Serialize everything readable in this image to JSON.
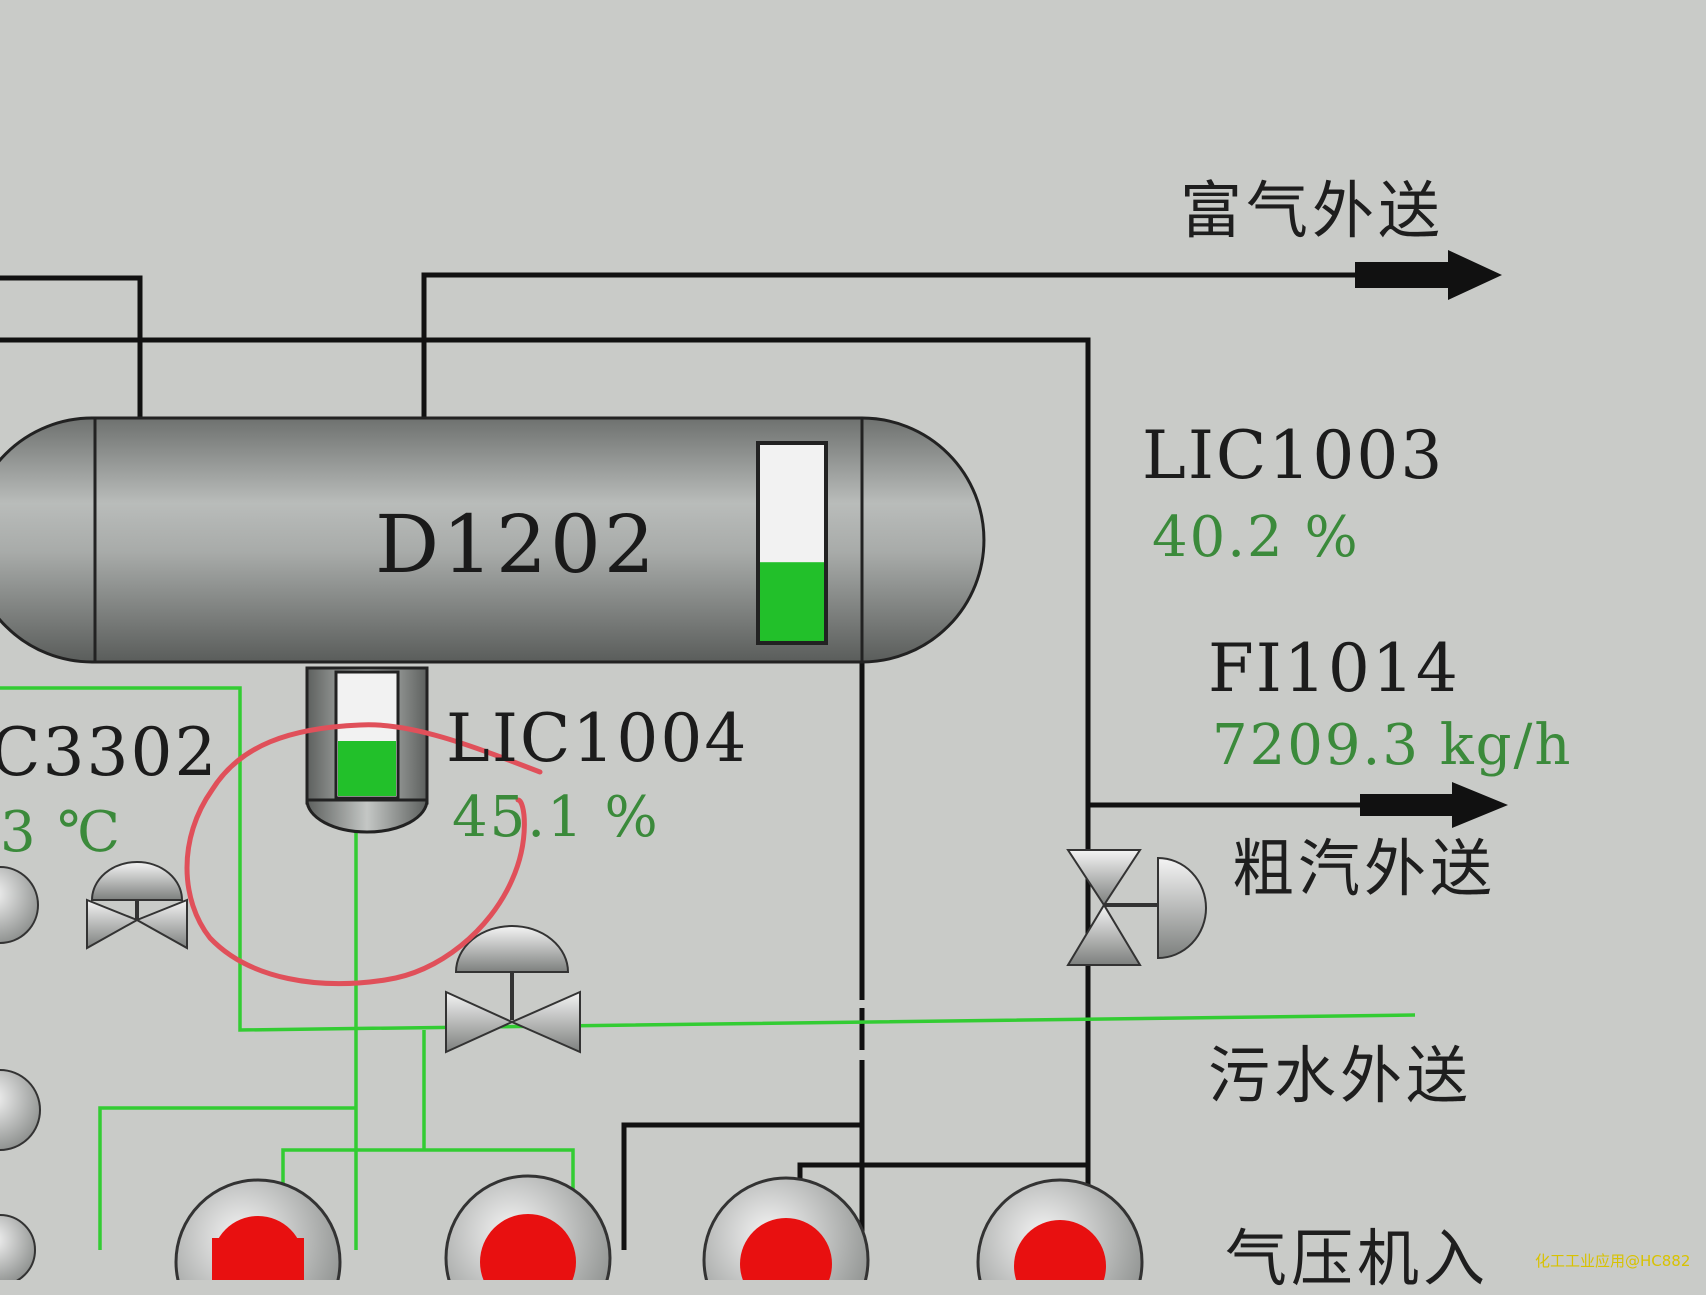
{
  "colors": {
    "background": "#c9cbc8",
    "pipe": "#111111",
    "water_line": "#33cc33",
    "value_text": "#3b8a3b",
    "level_fill": "#22c02a",
    "pump_red": "#e81010",
    "annotation_circle": "#e0505a",
    "watermark": "#d8c200"
  },
  "vessel": {
    "name": "D1202",
    "main_level_pct": 40.2,
    "boot_level_pct": 45.1
  },
  "tags": {
    "lic1003": {
      "tag": "LIC1003",
      "value": "40.2 %"
    },
    "fi1014": {
      "tag": "FI1014",
      "value": "7209.3 kg/h"
    },
    "lic1004": {
      "tag": "LIC1004",
      "value": "45.1 %"
    },
    "partial_left": {
      "tag": "C3302",
      "value": "3 ℃"
    }
  },
  "streams": {
    "rich_gas_out": "富气外送",
    "crude_steam_out": "粗汽外送",
    "sewage_out": "污水外送",
    "compressor_in": "气压机入"
  },
  "icons": [
    "control-valve-icon",
    "pump-icon",
    "flow-arrow-icon"
  ],
  "watermark": "化工工业应用@HC882"
}
